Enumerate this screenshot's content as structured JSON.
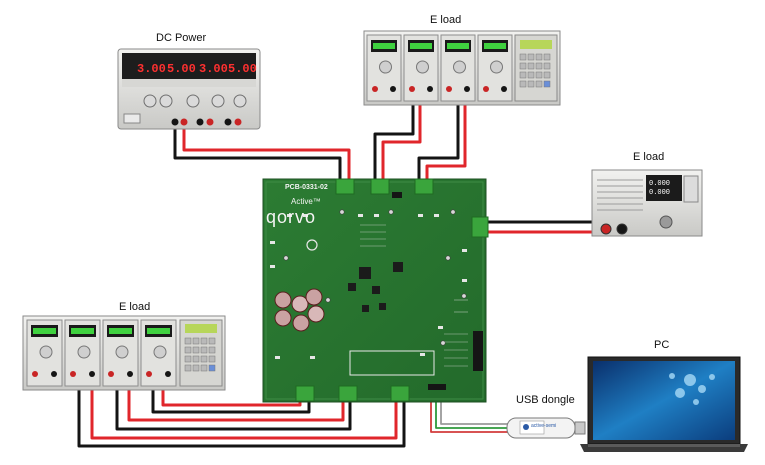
{
  "labels": {
    "dc_power": "DC Power",
    "eload_top": "E load",
    "eload_right": "E load",
    "eload_left": "E load",
    "pc": "PC",
    "usb_dongle": "USB dongle"
  },
  "pcb": {
    "part_number": "PCB-0331-02",
    "product": "Active™",
    "brand": "qorvo"
  },
  "dc_power": {
    "readouts": [
      "3.00",
      "5.00",
      "3.00",
      "5.00"
    ]
  },
  "eload_right": {
    "readouts": [
      "0.000",
      "0.000"
    ]
  },
  "dongle": {
    "brand": "active-semi"
  },
  "colors": {
    "wire_red": "#e0262b",
    "wire_black": "#141414",
    "pcb_green": "#2e7a34",
    "terminal_green": "#3aa53c"
  }
}
